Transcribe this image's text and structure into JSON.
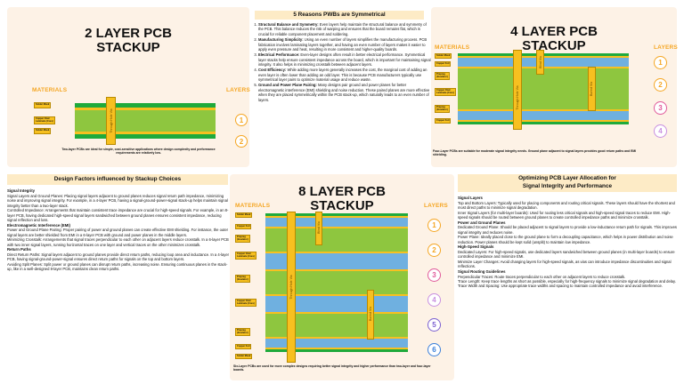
{
  "two_layer": {
    "title": "2 LAYER PCB\nSTACKUP",
    "materials": "MATERIALS",
    "layers": "LAYERS",
    "solder_mask": "Solder Mask",
    "copper_foil": "Copper Foil",
    "copper_clad": "Copper Clad\nLaminate (Core)",
    "via": "Through Hole Via",
    "n1": "1",
    "n2": "2",
    "caption": "Two-layer PCBs are ideal for simple, cost-sensitive applications where design complexity and performance requirements are relatively low."
  },
  "four_layer": {
    "title": "4 LAYER PCB\nSTACKUP",
    "materials": "MATERIALS",
    "layers": "LAYERS",
    "solder_mask": "Solder Mask",
    "copper_foil": "Copper Foil",
    "prepreg": "Prepreg\n(Insulator)",
    "copper_clad": "Copper Clad\nLaminate (Core)",
    "blind": "Blind Via",
    "buried": "Buried Via",
    "via": "Through Hole Via",
    "n1": "1",
    "n2": "2",
    "n3": "3",
    "n4": "4",
    "caption": "Four-Layer PCBs are suitable for moderate signal integrity needs. Ground plane adjacent to signal layers provides good return paths and EMI shielding."
  },
  "eight_layer": {
    "title": "8 LAYER PCB\nSTACKUP",
    "materials": "MATERIALS",
    "layers": "LAYERS",
    "solder_mask": "Solder Mask",
    "copper_foil": "Copper Foil",
    "prepreg": "Prepreg\n(Insulator)",
    "copper_clad": "Copper Clad\nLaminate (Core)",
    "blind": "Blind Via",
    "buried": "Buried Via",
    "via": "Through Hole Via",
    "nums": [
      "1",
      "2",
      "3",
      "4",
      "5",
      "6"
    ],
    "caption": "Six-Layer PCBs are used for more complex designs requiring better signal integrity and higher performance than two-layer and four-layer boards."
  },
  "reasons": {
    "title": "5 Reasons PWBs are Symmetrical",
    "items": [
      {
        "h": "Structural Balance and Symmetry:",
        "t": " Even layers help maintain the structural balance and symmetry of the PCB. This balance reduces the risk of warping and ensures that the board remains flat, which is crucial for reliable component placement and soldering."
      },
      {
        "h": "Manufacturing Simplicity:",
        "t": " Using an even number of layers simplifies the manufacturing process. PCB fabrication involves laminating layers together, and having an even number of layers makes it easier to apply even pressure and heat, resulting in more consistent and higher-quality boards."
      },
      {
        "h": "Electrical Performance:",
        "t": " Even-layer designs often result in better electrical performance. Symmetrical layer stacks help ensure consistent impedance across the board, which is important for maintaining signal integrity. It also helps in minimizing crosstalk between adjacent layers."
      },
      {
        "h": "Cost Efficiency:",
        "t": " While adding more layers generally increases the cost, the marginal cost of adding an even layer is often lower than adding an odd layer. This is because PCB manufacturers typically use symmetrical layer pairs to optimize material usage and reduce waste."
      },
      {
        "h": "Ground and Power Plane Pairing:",
        "t": " Many designs pair ground and power planes for better electromagnetic interference (EMI) shielding and noise reduction. These paired planes are more effective when they are placed symmetrically within the PCB stack-up, which naturally leads to an even number of layers."
      }
    ]
  },
  "design": {
    "title": "Design Factors influenced by Stackup Choices",
    "blocks": [
      {
        "h": "Signal Integrity",
        "p": [
          "Signal Layers and Ground Planes: Placing signal layers adjacent to ground planes reduces signal return path impedance, minimizing noise and improving signal integrity. For example, in a 4-layer PCB, having a signal-ground-power-signal stack-up helps maintain signal integrity better than a two-layer stack.",
          "Controlled Impedance: Arrangements that maintain consistent trace impedance are crucial for high-speed signals. For example, in an 8-layer PCB, having dedicated high-speed signal layers sandwiched between ground planes ensures consistent impedance, reducing signal reflection and loss."
        ]
      },
      {
        "h": "Electromagnetic Interference (EMI)",
        "p": [
          "Power and Ground Plane Pairing: Proper pairing of power and ground planes can create effective EMI shielding. For instance, the outer signal layers are better shielded from EMI in a 6-layer PCB with ground and power planes in the middle layers.",
          "Minimizing Crosstalk: Arrangements that signal traces perpendicular to each other on adjacent layers reduce crosstalk. In a 6-layer PCB with two inner signal layers, running horizontal traces on one layer and vertical traces on the other minimizes crosstalk."
        ]
      },
      {
        "h": "Return Paths",
        "p": [
          "Direct Return Paths: Signal layers adjacent to ground planes provide direct return paths, reducing loop area and inductance. In a 4-layer PCB, having signal-ground-power-signal ensures direct return paths for signals on the top and bottom layers.",
          "Avoiding Split Planes: Split power or ground planes can disrupt return paths, increasing noise. Ensuring continuous planes in the stack-up, like in a well-designed 8-layer PCB, maintains clean return paths."
        ]
      }
    ]
  },
  "optimizing": {
    "title": "Optimizing PCB Layer Allocation for\nSignal Integrity and Performance",
    "blocks": [
      {
        "h": "Signal Layers",
        "p": [
          "Top and Bottom Layers: Typically used for placing components and routing critical signals. These layers should have the shortest and most direct paths to minimize signal degradation.",
          "Inner Signal Layers (for multi-layer boards): Used for routing less critical signals and high-speed signal traces to reduce EMI. High-speed signals should be routed between ground planes to create controlled impedance paths and minimize crosstalk."
        ]
      },
      {
        "h": "Power and Ground Planes",
        "p": [
          "Dedicated Ground Plane: Should be placed adjacent to signal layers to provide a low-inductance return path for signals. This improves signal integrity and reduces noise.",
          "Power Plane: Ideally placed close to the ground plane to form a decoupling capacitance, which helps in power distribution and noise reduction. Power planes should be kept solid (unsplit) to maintain low impedance."
        ]
      },
      {
        "h": "High-Speed Signals",
        "p": [
          "Dedicated Layers: For high-speed signals, use dedicated layers sandwiched between ground planes (in multi-layer boards) to ensure controlled impedance and minimize EMI.",
          "Minimize Layer Changes: Avoid changing layers for high-speed signals, as vias can introduce impedance discontinuities and signal reflections."
        ]
      },
      {
        "h": "Signal Routing Guidelines",
        "p": [
          "Perpendicular Traces: Route traces perpendicular to each other on adjacent layers to reduce crosstalk.",
          "Trace Length: Keep trace lengths as short as possible, especially for high-frequency signals to minimize signal degradation and delay.",
          "Trace Width and Spacing: Use appropriate trace widths and spacing to maintain controlled impedance and avoid interference."
        ]
      }
    ]
  },
  "colors": {
    "card": "#fdf2e6",
    "accent": "#f5a623",
    "green": "#1faa3c",
    "blue": "#6fb0e0",
    "core": "#8ec63f",
    "circle_orange": "#f5a623",
    "circle_pink": "#e05a9a",
    "circle_purple": "#7b5fd0",
    "circle_blue": "#3a7fd9"
  }
}
